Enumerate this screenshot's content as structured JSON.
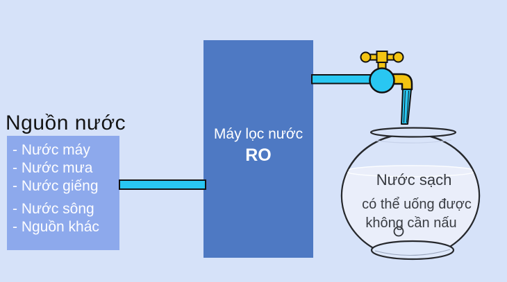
{
  "colors": {
    "background": "#D6E2F9",
    "source_box": "#8DA9EC",
    "filter_box": "#4E79C3",
    "pipe_cyan": "#29C7F2",
    "faucet_yellow": "#F3C412",
    "outline_black": "#111111",
    "bowl_outline": "#26282c",
    "bowl_fill": "#D9E4F9",
    "water_fill": "#EAEEFA",
    "foot_fill": "#DEE8FA"
  },
  "source": {
    "title": "Nguồn nước",
    "items": [
      "- Nước máy",
      "- Nước mưa",
      "- Nước giếng",
      "- Nước sông",
      "- Nguồn khác"
    ]
  },
  "filter": {
    "line1": "Máy lọc nước",
    "line2": "RO"
  },
  "bowl": {
    "title": "Nước sạch",
    "subtitle_line1": "có thể uống được",
    "subtitle_line2": "không cần nấu"
  }
}
